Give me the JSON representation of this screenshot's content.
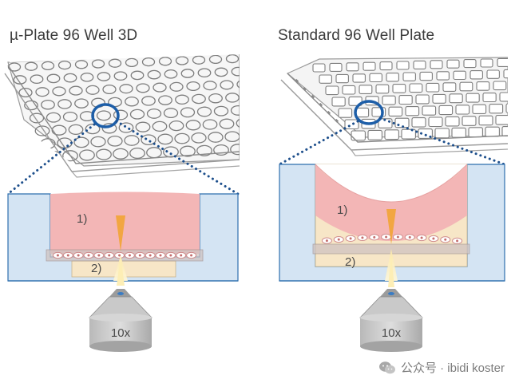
{
  "titles": {
    "left": "µ-Plate 96 Well 3D",
    "right": "Standard 96 Well Plate"
  },
  "labels": {
    "left_layer_1": "1)",
    "left_layer_2": "2)",
    "right_layer_1": "1)",
    "right_layer_2": "2)",
    "left_objective": "10x",
    "right_objective": "10x"
  },
  "watermark": {
    "text": "公众号 · ibidi koster",
    "icon": "wechat-icon"
  },
  "colors": {
    "well_blue": "#d4e4f3",
    "outline_blue": "#2f6fae",
    "gel_pink": "#f3b6b6",
    "substrate": "#f7e6c7",
    "highlight_ring": "#1d5ea8",
    "cone": "#f2a641",
    "objective": "#cfcfcf"
  }
}
